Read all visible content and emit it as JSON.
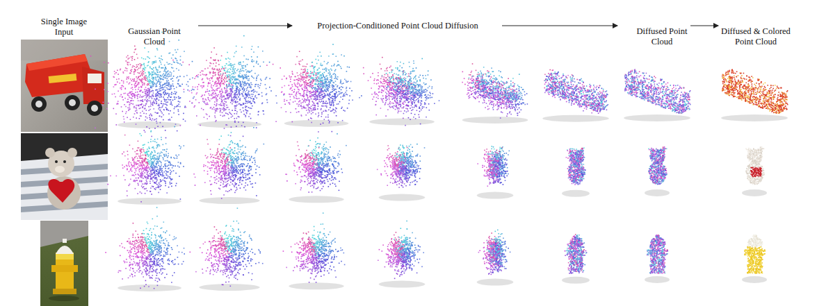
{
  "diagram": {
    "labels": [
      "Single Image Input",
      "Gaussian Point Cloud",
      "Projection-Conditioned Point Cloud Diffusion",
      "Diffused Point Cloud",
      "Diffused & Colored Point Cloud"
    ]
  }
}
